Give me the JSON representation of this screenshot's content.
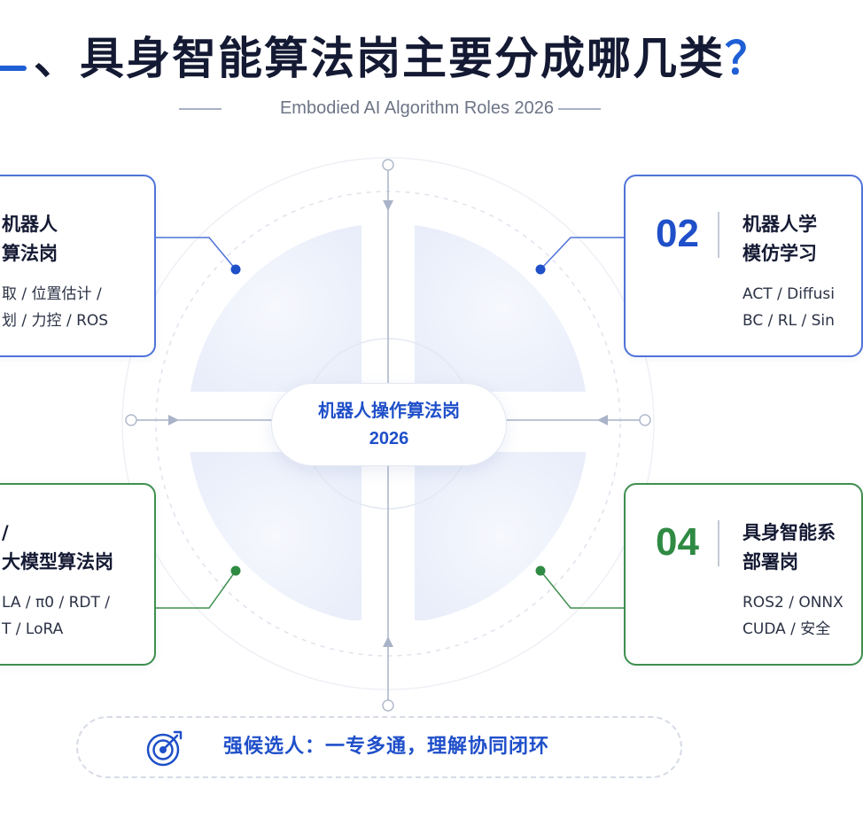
{
  "header": {
    "title_prefix": "、",
    "title_main": "具身智能算法岗主要分成哪几类",
    "title_question": "？",
    "subtitle": "Embodied AI Algorithm Roles 2026"
  },
  "center": {
    "line1": "机器人操作算法岗",
    "line2": "2026"
  },
  "cards": [
    {
      "number": "",
      "heading_line1": "机器人",
      "heading_line2": "算法岗",
      "tags_line1": "取 / 位置估计 /",
      "tags_line2": "划 / 力控 / ROS"
    },
    {
      "number": "02",
      "heading_line1": "机器人学",
      "heading_line2": "模仿学习",
      "tags_line1": "ACT / Diffusi",
      "tags_line2": "BC / RL / Sin"
    },
    {
      "number": "",
      "heading_line1": "/",
      "heading_line2": "大模型算法岗",
      "tags_line1": "LA / π0 / RDT /",
      "tags_line2": "T / LoRA"
    },
    {
      "number": "04",
      "heading_line1": "具身智能系",
      "heading_line2": "部署岗",
      "tags_line1": "ROS2 / ONNX",
      "tags_line2": "CUDA / 安全"
    }
  ],
  "banner": {
    "text": "强候选人：一专多通，理解协同闭环",
    "icon": "target-icon"
  },
  "colors": {
    "title": "#141a33",
    "accent_blue": "#1f4fc9",
    "accent_green": "#2f8a43",
    "card_border_blue": "#4f73d9",
    "card_border_green": "#3e8f4f",
    "quadrant_fill": "#eef1fb"
  }
}
